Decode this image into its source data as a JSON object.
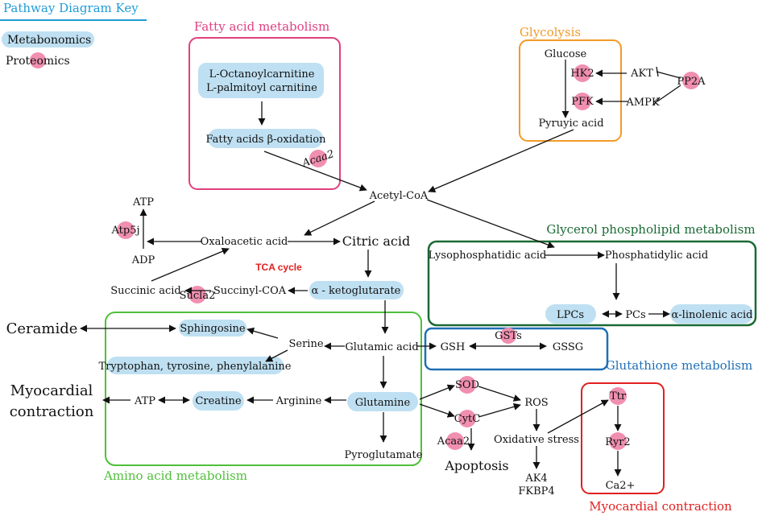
{
  "key": {
    "title": "Pathway Diagram Key",
    "metabonomics": "Metabonomics",
    "proteomics": "Proteomics"
  },
  "boxes": {
    "fatty": "Fatty acid metabolism",
    "glycolysis": "Glycolysis",
    "glycerol": "Glycerol phospholipid metabolism",
    "glutathione": "Glutathione metabolism",
    "amino": "Amino acid metabolism",
    "myocardial": "Myocardial contraction"
  },
  "nodes": {
    "octanoyl": "L-Octanoylcarnitine",
    "palmitoyl": "L-palmitoyl carnitine",
    "beta_ox": "Fatty acids β-oxidation",
    "acaa2_top": "Acaa2",
    "glucose": "Glucose",
    "hk2": "HK2",
    "pfk": "PFK",
    "akt": "AKT",
    "ampk": "AMPK",
    "pp2a": "PP2A",
    "pyruvic": "Pyruyic acid",
    "acetyl": "Acetyl-CoA",
    "atp_top": "ATP",
    "atp5j": "Atp5j",
    "adp": "ADP",
    "oxaloacetic": "Oxaloacetic acid",
    "citric": "Citric acid",
    "tca": "TCA cycle",
    "succinic": "Succinic acid",
    "sucla2": "Sucla2",
    "succinyl": "Succinyl-COA",
    "ketoglutarate": "α - ketoglutarate",
    "lysophosphatidic": "Lysophosphatidic acid",
    "phosphatidylic": "Phosphatidylic acid",
    "lpcs": "LPCs",
    "pcs": "PCs",
    "linolenic": "α-linolenic acid",
    "ceramide": "Ceramide",
    "sphingosine": "Sphingosine",
    "serine": "Serine",
    "glutamic": "Glutamic acid",
    "gsh": "GSH",
    "gsts": "GSTs",
    "gssg": "GSSG",
    "tryptophan": "Tryptophan, tyrosine, phenylalanine",
    "myocardial_line1": "Myocardial",
    "myocardial_line2": "contraction",
    "atp_bottom": "ATP",
    "creatine": "Creatine",
    "arginine": "Arginine",
    "glutamine": "Glutamine",
    "pyroglutamate": "Pyroglutamate",
    "sod": "SOD",
    "cytc": "CytC",
    "ros": "ROS",
    "oxidative": "Oxidative stress",
    "acaa2_bottom": "Acaa2",
    "apoptosis": "Apoptosis",
    "ak4": "AK4",
    "fkbp4": "FKBP4",
    "ttr": "Ttr",
    "ryr2": "Ryr2",
    "ca2": "Ca2+"
  },
  "colors": {
    "key_title": "#1f9bd7",
    "fatty": "#e0407f",
    "glycolysis": "#f39a28",
    "glycerol": "#1a6a34",
    "glutathione": "#1f6fb5",
    "amino": "#4fbf3a",
    "myocardial": "#e02020",
    "tca": "#e02020",
    "metabolite_fill": "#bfe0f2",
    "protein_fill": "#f08fb0"
  }
}
